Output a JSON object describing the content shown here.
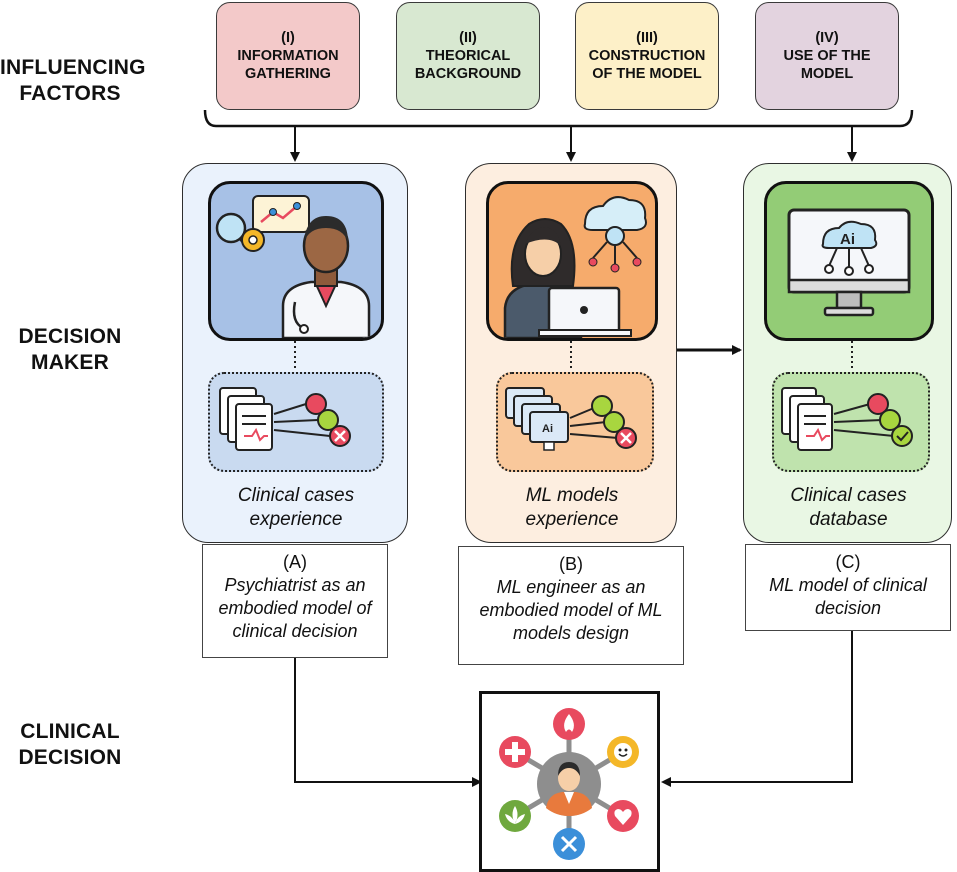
{
  "row_labels": {
    "influencing": [
      "INFLUENCING",
      "FACTORS"
    ],
    "decision_maker": [
      "DECISION",
      "MAKER"
    ],
    "clinical_decision": [
      "CLINICAL",
      "DECISION"
    ]
  },
  "factors": [
    {
      "numeral": "(I)",
      "line1": "INFORMATION",
      "line2": "GATHERING",
      "color": "#f3c9c9"
    },
    {
      "numeral": "(II)",
      "line1": "THEORICAL",
      "line2": "BACKGROUND",
      "color": "#d8e8d1"
    },
    {
      "numeral": "(III)",
      "line1": "CONSTRUCTION",
      "line2": "OF THE MODEL",
      "color": "#fdf0c8"
    },
    {
      "numeral": "(IV)",
      "line1": "USE OF THE",
      "line2": "MODEL",
      "color": "#e3d3df"
    }
  ],
  "panels": [
    {
      "caption1": "Clinical cases",
      "caption2": "experience",
      "panel_color": "#eaf2fc",
      "icon_color": "#a7c1e6",
      "cases_color": "#c9daf0"
    },
    {
      "caption1": "ML models",
      "caption2": "experience",
      "panel_color": "#fdeee0",
      "icon_color": "#f6ab6c",
      "cases_color": "#f9c89b"
    },
    {
      "caption1": "Clinical cases",
      "caption2": "database",
      "panel_color": "#e9f7e4",
      "icon_color": "#93cc76",
      "cases_color": "#bfe3ad"
    }
  ],
  "descriptions": [
    {
      "letter": "(A)",
      "lines": [
        "Psychiatrist as an",
        "embodied model of",
        "clinical decision"
      ]
    },
    {
      "letter": "(B)",
      "lines": [
        "ML engineer as an",
        "embodied model of ML",
        "models design"
      ]
    },
    {
      "letter": "(C)",
      "lines": [
        "ML model of clinical",
        "decision"
      ]
    }
  ],
  "icons": {
    "panel_a": "psychiatrist-doctor-icon",
    "panel_b": "ml-engineer-laptop-icon",
    "panel_c": "ai-monitor-icon",
    "outcome": "patient-decision-hub-icon",
    "ai_label": "Ai"
  }
}
